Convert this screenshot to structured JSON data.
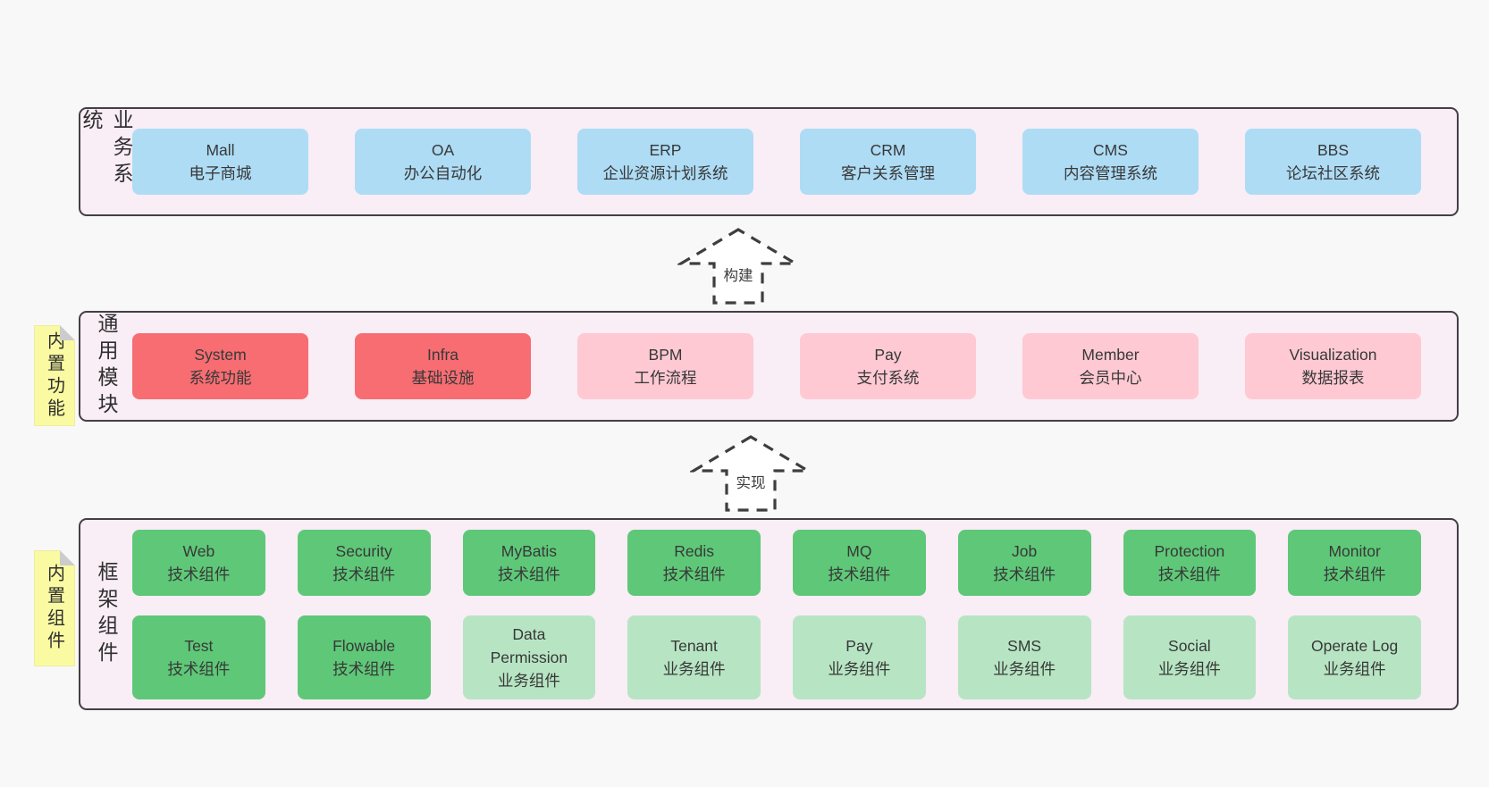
{
  "colors": {
    "page_bg": "#f8f8f8",
    "layer_bg": "#f9edf6",
    "layer_border": "#443f46",
    "box_blue": "#aedcf5",
    "box_red": "#f76d72",
    "box_pink": "#fec9d3",
    "box_green": "#5ec878",
    "box_lightgreen": "#b7e5c3",
    "note_yellow": "#fafaa2",
    "note_fold_gray": "#cccccc",
    "text": "#383838"
  },
  "layers": [
    {
      "label": "业务系统",
      "rows": [
        [
          {
            "name": "Mall",
            "subtitle": "电子商城"
          },
          {
            "name": "OA",
            "subtitle": "办公自动化"
          },
          {
            "name": "ERP",
            "subtitle": "企业资源计划系统"
          },
          {
            "name": "CRM",
            "subtitle": "客户关系管理"
          },
          {
            "name": "CMS",
            "subtitle": "内容管理系统"
          },
          {
            "name": "BBS",
            "subtitle": "论坛社区系统"
          }
        ]
      ]
    },
    {
      "label": "通用模块",
      "note": "内置功能",
      "rows": [
        [
          {
            "name": "System",
            "subtitle": "系统功能"
          },
          {
            "name": "Infra",
            "subtitle": "基础设施"
          },
          {
            "name": "BPM",
            "subtitle": "工作流程"
          },
          {
            "name": "Pay",
            "subtitle": "支付系统"
          },
          {
            "name": "Member",
            "subtitle": "会员中心"
          },
          {
            "name": "Visualization",
            "subtitle": "数据报表"
          }
        ]
      ]
    },
    {
      "label": "框架组件",
      "note": "内置组件",
      "rows": [
        [
          {
            "name": "Web",
            "subtitle": "技术组件"
          },
          {
            "name": "Security",
            "subtitle": "技术组件"
          },
          {
            "name": "MyBatis",
            "subtitle": "技术组件"
          },
          {
            "name": "Redis",
            "subtitle": "技术组件"
          },
          {
            "name": "MQ",
            "subtitle": "技术组件"
          },
          {
            "name": "Job",
            "subtitle": "技术组件"
          },
          {
            "name": "Protection",
            "subtitle": "技术组件"
          },
          {
            "name": "Monitor",
            "subtitle": "技术组件"
          }
        ],
        [
          {
            "name": "Test",
            "subtitle": "技术组件"
          },
          {
            "name": "Flowable",
            "subtitle": "技术组件"
          },
          {
            "name": "Data Permission",
            "subtitle": "业务组件"
          },
          {
            "name": "Tenant",
            "subtitle": "业务组件"
          },
          {
            "name": "Pay",
            "subtitle": "业务组件"
          },
          {
            "name": "SMS",
            "subtitle": "业务组件"
          },
          {
            "name": "Social",
            "subtitle": "业务组件"
          },
          {
            "name": "Operate Log",
            "subtitle": "业务组件"
          }
        ]
      ]
    }
  ],
  "arrows": [
    {
      "label": "构建"
    },
    {
      "label": "实现"
    }
  ]
}
